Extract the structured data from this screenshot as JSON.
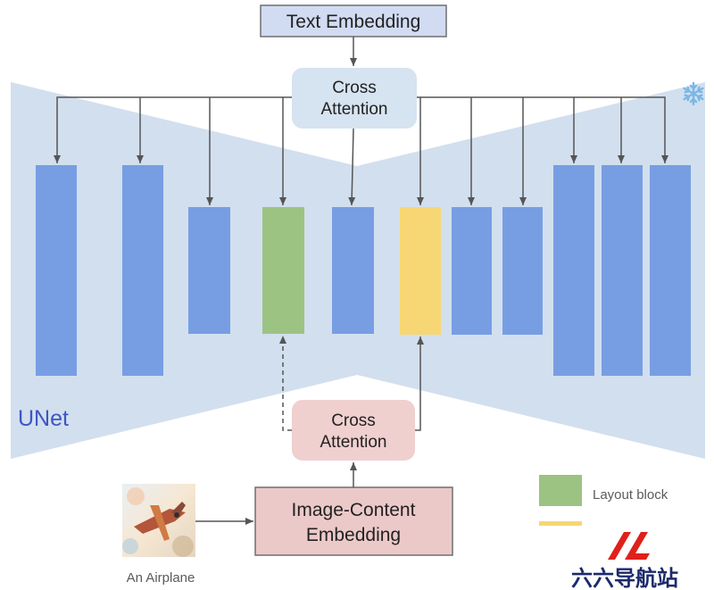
{
  "diagram": {
    "text_embedding_label": "Text Embedding",
    "cross_attention_top": [
      "Cross",
      "Attention"
    ],
    "cross_attention_bottom": [
      "Cross",
      "Attention"
    ],
    "image_content_embedding": [
      "Image-Content",
      "Embedding"
    ],
    "unet_label": "UNet",
    "image_caption": "An Airplane",
    "frozen_icon": "snowflake-icon"
  },
  "legend": {
    "items": [
      {
        "label": "Layout block",
        "color": "#9dc383"
      },
      {
        "label": "",
        "color": "#f7d774"
      }
    ]
  },
  "watermark": {
    "text": "六六导航站",
    "logo_color": "#e0201a"
  },
  "colors": {
    "unet_bg": "#d2dfee",
    "block_blue": "#779ee3",
    "block_green": "#9dc383",
    "block_yellow": "#f7d774",
    "text_embedding_fill": "#d1dbf2",
    "text_embedding_border": "#6f6f6f",
    "cross_attention_top_fill": "#d6e3f0",
    "cross_attention_bottom_fill": "#f0cfcf",
    "image_embedding_fill": "#ecc9c9",
    "unet_text": "#3f55c2",
    "arrow": "#555555"
  }
}
